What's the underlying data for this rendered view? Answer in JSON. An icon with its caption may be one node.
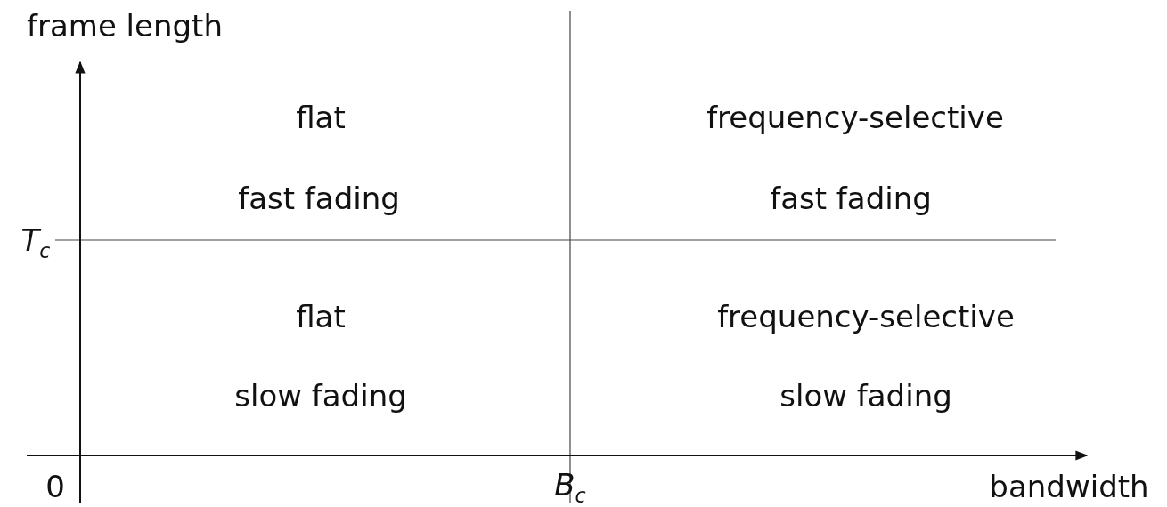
{
  "diagram": {
    "labels": [
      "frame length",
      "flat",
      "frequency-selective",
      "fast fading",
      "fast fading",
      "T$_{c}$",
      "flat",
      "frequency-selective",
      "slow fading",
      "slow fading",
      "0",
      "B$_{c}$",
      "bandwidth"
    ]
  }
}
